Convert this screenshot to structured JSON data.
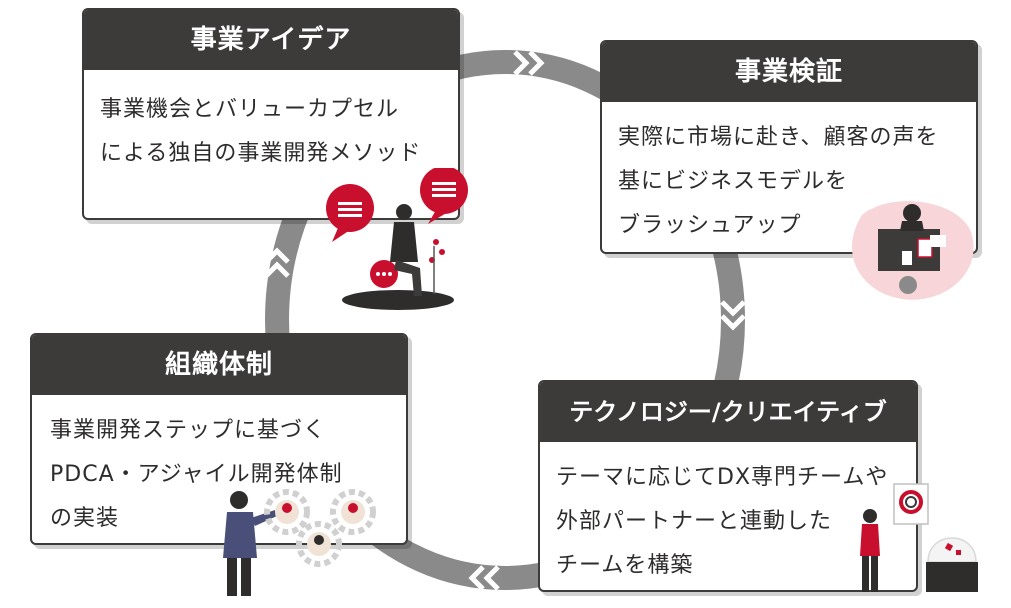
{
  "colors": {
    "header": "#3d3a3a",
    "ring": "#8a8a8a",
    "accent_red": "#c8102e",
    "pink_blob": "#f7d5d9",
    "text": "#2e2b2b"
  },
  "cards": {
    "idea": {
      "title": "事業アイデア",
      "lines": [
        "事業機会とバリューカプセル",
        "による独自の事業開発メソッド"
      ]
    },
    "verify": {
      "title": "事業検証",
      "lines": [
        "実際に市場に赴き、顧客の声を",
        "基にビジネスモデルを",
        "ブラッシュアップ"
      ]
    },
    "tech": {
      "title": "テクノロジー/クリエイティブ",
      "lines": [
        "テーマに応じてDX専門チームや",
        "外部パートナーと連動した",
        "チームを構築"
      ]
    },
    "org": {
      "title": "組織体制",
      "lines": [
        "事業開発ステップに基づく",
        "PDCA・アジャイル開発体制",
        "の実装"
      ]
    }
  },
  "icons": [
    "cycle-ring",
    "double-chevron-icon",
    "speech-bubble-icon",
    "gear-icon",
    "person-icon"
  ]
}
